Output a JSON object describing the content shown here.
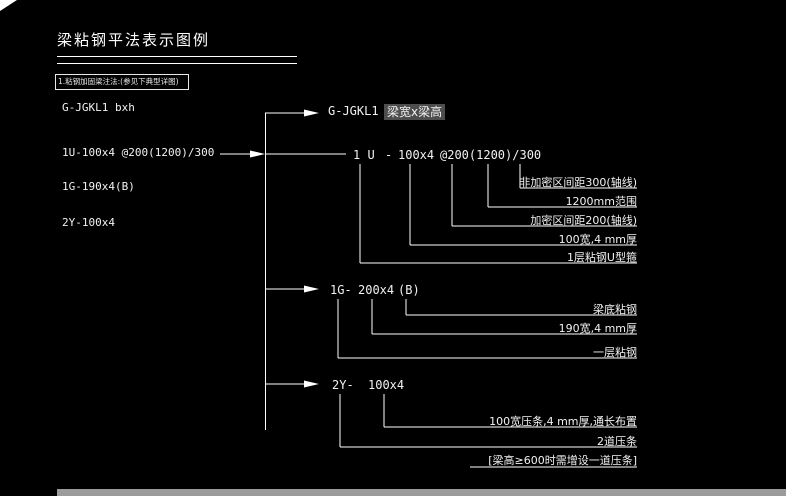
{
  "colors": {
    "background": "#000000",
    "line": "#ffffff",
    "text": "#f2f2f2",
    "highlight": "#4d4d4d",
    "scrollbar": "#9b9b9b"
  },
  "title": "梁粘钢平法表示图例",
  "note": "1.粘钢加固梁注法:(参见下典型详图)",
  "left_list": {
    "items": [
      "G-JGKL1 bxh",
      "1U-100x4 @200(1200)/300",
      "1G-190x4(B)",
      "2Y-100x4"
    ]
  },
  "groups": {
    "g": {
      "code": "G-JGKL1",
      "meaning": "梁宽x梁高"
    },
    "u": {
      "tokens": {
        "prefix": "1 U",
        "dash": "-",
        "size": "100x4",
        "spacing": "@200(1200)/300"
      },
      "labels": [
        "非加密区间距300(轴线)",
        "1200mm范围",
        "加密区间距200(轴线)",
        "100宽,4 mm厚",
        "1层粘钢U型箍"
      ]
    },
    "g_bottom": {
      "tokens": {
        "prefix": "1G-",
        "size": "200x4",
        "suffix": "(B)"
      },
      "labels": [
        "梁底粘钢",
        "190宽,4 mm厚",
        "一层粘钢"
      ]
    },
    "y": {
      "tokens": {
        "prefix": "2Y-",
        "size": "100x4"
      },
      "labels": [
        "100宽压条,4 mm厚,通长布置",
        "2道压条"
      ],
      "footnote": "[梁高≥600时需增设一道压条]"
    }
  }
}
